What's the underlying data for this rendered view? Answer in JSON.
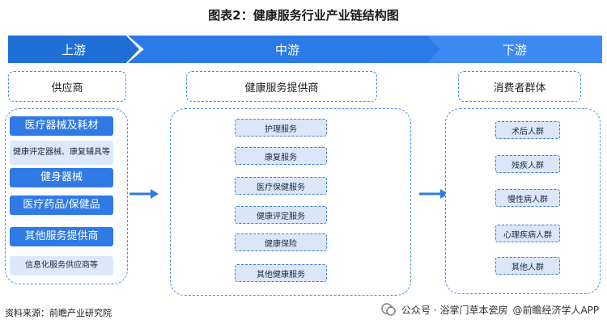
{
  "title": "图表2：健康服务行业产业链结构图",
  "stages": {
    "upstream": "上游",
    "midstream": "中游",
    "downstream": "下游"
  },
  "upstream": {
    "header": "供应商",
    "items": [
      "医疗器械及耗材",
      "健康评定器械、康复辅具等",
      "健身器械",
      "医疗药品/保健品",
      "其他服务提供商",
      "信息化服务供应商等"
    ]
  },
  "midstream": {
    "header": "健康服务提供商",
    "items": [
      "护理服务",
      "康复服务",
      "医疗保健服务",
      "健康评定服务",
      "健康保险",
      "其他健康服务"
    ]
  },
  "downstream": {
    "header": "消费者群体",
    "items": [
      "术后人群",
      "残疾人群",
      "慢性病人群",
      "心理疾病人群",
      "其他人群"
    ]
  },
  "footer": {
    "source": "资料来源：前瞻产业研究院",
    "watermark": "公众号 · 浴掌门草本瓷房",
    "brand": "@前瞻经济学人APP"
  },
  "colors": {
    "primary": "#2f7ae5",
    "light_fill": "#dbe7f8",
    "border": "#4f8de0"
  }
}
